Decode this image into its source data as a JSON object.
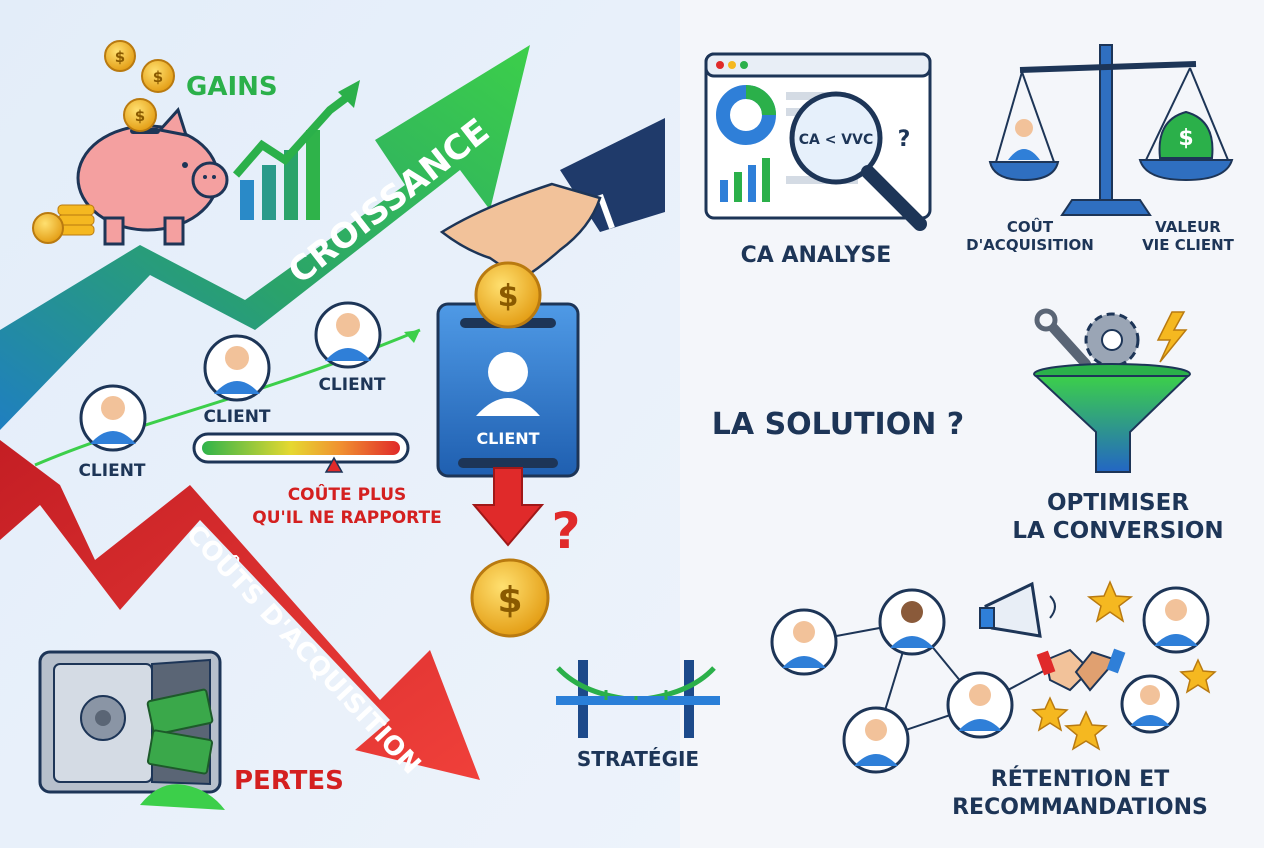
{
  "left": {
    "gains_label": "GAINS",
    "growth_arrow_label": "CROISSANCE",
    "acquisition_arrow_label": "COÛTS D'ACQUISITION",
    "client_labels": [
      "CLIENT",
      "CLIENT",
      "CLIENT"
    ],
    "card_label": "CLIENT",
    "meter_caption_line1": "COÛTE PLUS",
    "meter_caption_line2": "QU'IL NE RAPPORTE",
    "losses_label": "PERTES",
    "question_mark": "?",
    "currency_symbol": "$"
  },
  "center": {
    "bridge_label": "STRATÉGIE"
  },
  "right": {
    "analysis": {
      "label": "CA ANALYSE",
      "lens_text": "CA < VVC",
      "question": "?"
    },
    "balance": {
      "left_line1": "COÛT",
      "left_line2": "D'ACQUISITION",
      "right_line1": "VALEUR",
      "right_line2": "VIE CLIENT"
    },
    "solution_title": "LA SOLUTION ?",
    "funnel": {
      "line1": "OPTIMISER",
      "line2": "LA CONVERSION"
    },
    "network": {
      "line1": "RÉTENTION ET",
      "line2": "RECOMMANDATIONS"
    }
  },
  "colors": {
    "green": "#2bb04a",
    "red": "#e02a2a",
    "navy": "#1d3557",
    "blue": "#2f7fd8",
    "gold": "#f5b820"
  }
}
